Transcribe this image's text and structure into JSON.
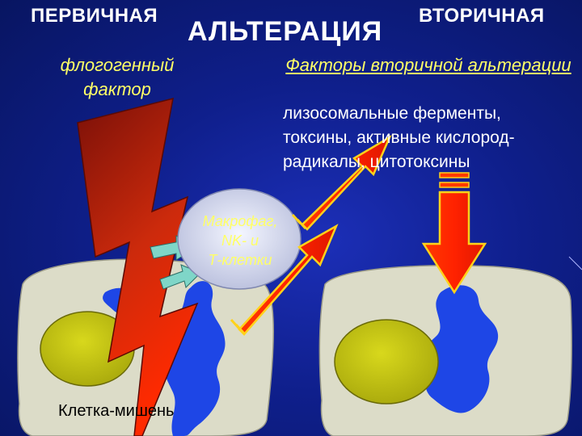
{
  "header": {
    "primary": "ПЕРВИЧНАЯ",
    "center": "АЛЬТЕРАЦИЯ",
    "secondary": "ВТОРИЧНАЯ"
  },
  "primary_factor": "флогогенный фактор",
  "secondary_factors": {
    "heading": "Факторы вторичной альтерации",
    "list": "лизосомальные ферменты,\nтоксины, активные кислород-\nрадикалы, цитотоксины"
  },
  "macrophage_label": "Макрофаг,\nNK-   и\nТ-клетки",
  "target_cell_label": "Клетка-мишень",
  "colors": {
    "background": "#0f1f8c",
    "title_text": "#ffffff",
    "highlight_text": "#ffff66",
    "cell": "#dcdcc8",
    "nucleus": "#c8c814",
    "damage": "#1e46e6",
    "arrow": "#ff3300",
    "lightning": "#c81e0a",
    "macrophage": "#d8dcf0"
  }
}
